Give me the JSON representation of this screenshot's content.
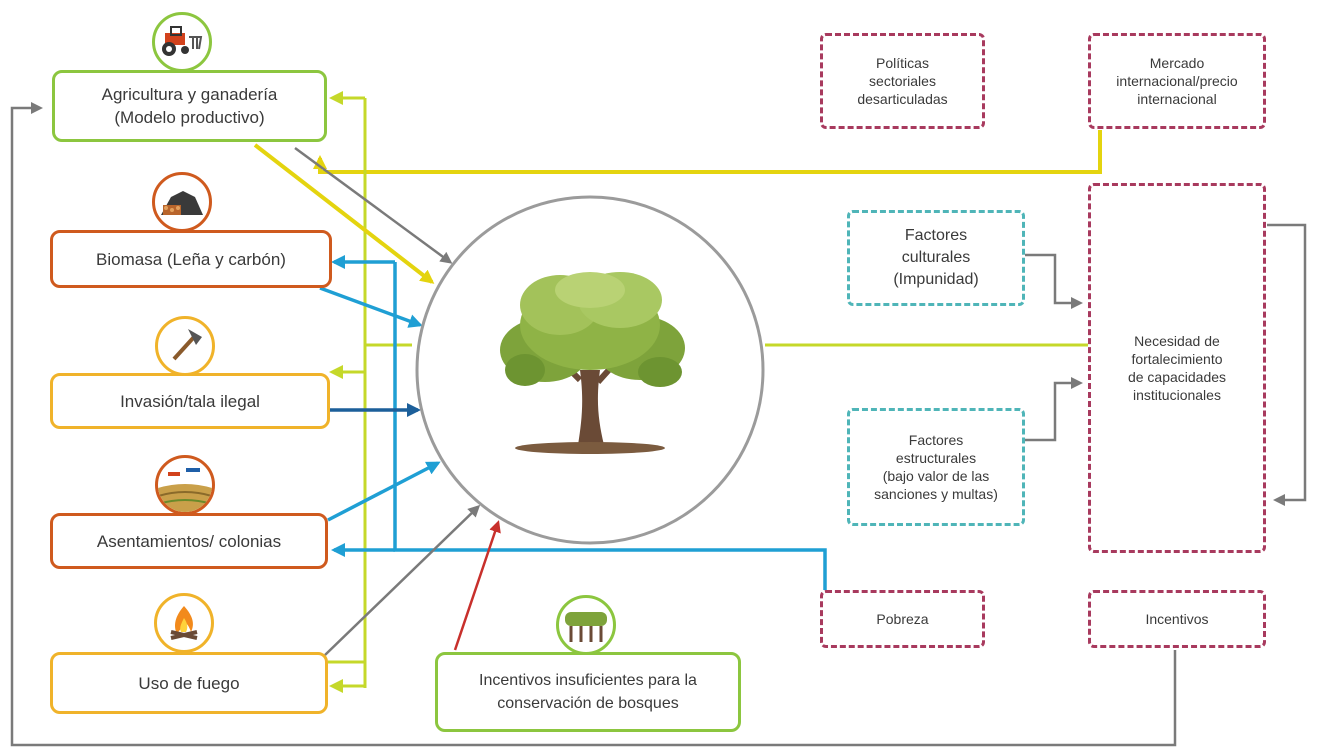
{
  "nodes": {
    "agricultura": "Agricultura y ganadería\n(Modelo productivo)",
    "biomasa": "Biomasa (Leña y carbón)",
    "invasion": "Invasión/tala ilegal",
    "asentamientos": "Asentamientos/ colonias",
    "fuego": "Uso de fuego",
    "incentivos_insuficientes": "Incentivos insuficientes para la\nconservación de bosques",
    "politicas": "Políticas\nsectoriales\ndesarticuladas",
    "mercado": "Mercado\ninternacional/precio\ninternacional",
    "factores_culturales": "Factores\nculturales\n(Impunidad)",
    "factores_estructurales": "Factores\nestructurales\n(bajo valor de las\nsanciones y multas)",
    "necesidad": "Necesidad de\nfortalecimiento\nde capacidades\ninstitucionales",
    "pobreza": "Pobreza",
    "incentivos": "Incentivos"
  },
  "icons": [
    "tractor-icon",
    "firewood-icon",
    "axe-icon",
    "settlement-icon",
    "fire-icon",
    "forest-icon",
    "tree-icon"
  ],
  "colors": {
    "green": "#8cc63f",
    "yellow": "#e4d40f",
    "lime": "#c5d82a",
    "blue": "#1f9fd4",
    "dark_blue": "#1c5f9a",
    "gray": "#7a7a7a",
    "red_arrow": "#c8302c",
    "orange_red": "#cf5a1e",
    "amber": "#f0b32a",
    "maroon": "#a83a5e",
    "teal": "#4fb5b8"
  }
}
